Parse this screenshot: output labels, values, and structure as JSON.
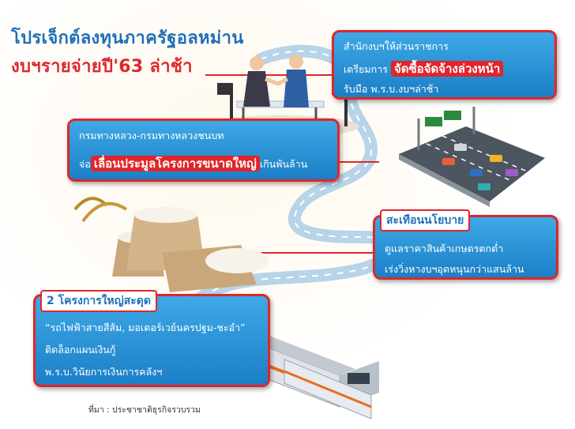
{
  "title": {
    "line1": "โปรเจ็กต์ลงทุนภาครัฐอลหม่าน",
    "line2": "งบฯรายจ่ายปี'63 ล่าช้า"
  },
  "box1": {
    "line1": "สำนักงบฯให้ส่วนราชการ",
    "line2_pre": "เตรียมการ",
    "line2_hl": "จัดซื้อจัดจ้างล่วงหน้า",
    "line3": "รับมือ พ.ร.บ.งบฯล่าช้า"
  },
  "box2": {
    "line1": "กรมทางหลวง-กรมทางหลวงชนบท",
    "line2_pre": "จ่อ",
    "line2_hl": "เลื่อนประมูลโครงการขนาดใหญ่",
    "line2_post": "เกินพันล้าน"
  },
  "box3": {
    "heading": "สะเทือนนโยบาย",
    "line1": "ดูแลราคาสินค้าเกษตรตกต่ำ",
    "line2": "เร่งวิ่งหางบฯอุดหนุนกว่าแสนล้าน"
  },
  "box4": {
    "heading": "2 โครงการใหญ่สะดุด",
    "line1": "“รถไฟฟ้าสายสีส้ม, มอเตอร์เวย์นครปฐม-ชะอำ”",
    "line2": "ติดล็อกแผนเงินกู้",
    "line3": "พ.ร.บ.วินัยการเงินการคลังฯ"
  },
  "source": "ที่มา : ประชาชาติธุรกิจรวบรวม",
  "colors": {
    "title_blue": "#1e6fb8",
    "title_red": "#e0262a",
    "box_blue": "#1b7fc7",
    "accent_red": "#e0262a"
  },
  "icons": [
    "handshake-meeting-illustration",
    "highway-traffic-illustration",
    "rice-sacks-illustration",
    "electric-train-illustration",
    "winding-road-illustration"
  ]
}
